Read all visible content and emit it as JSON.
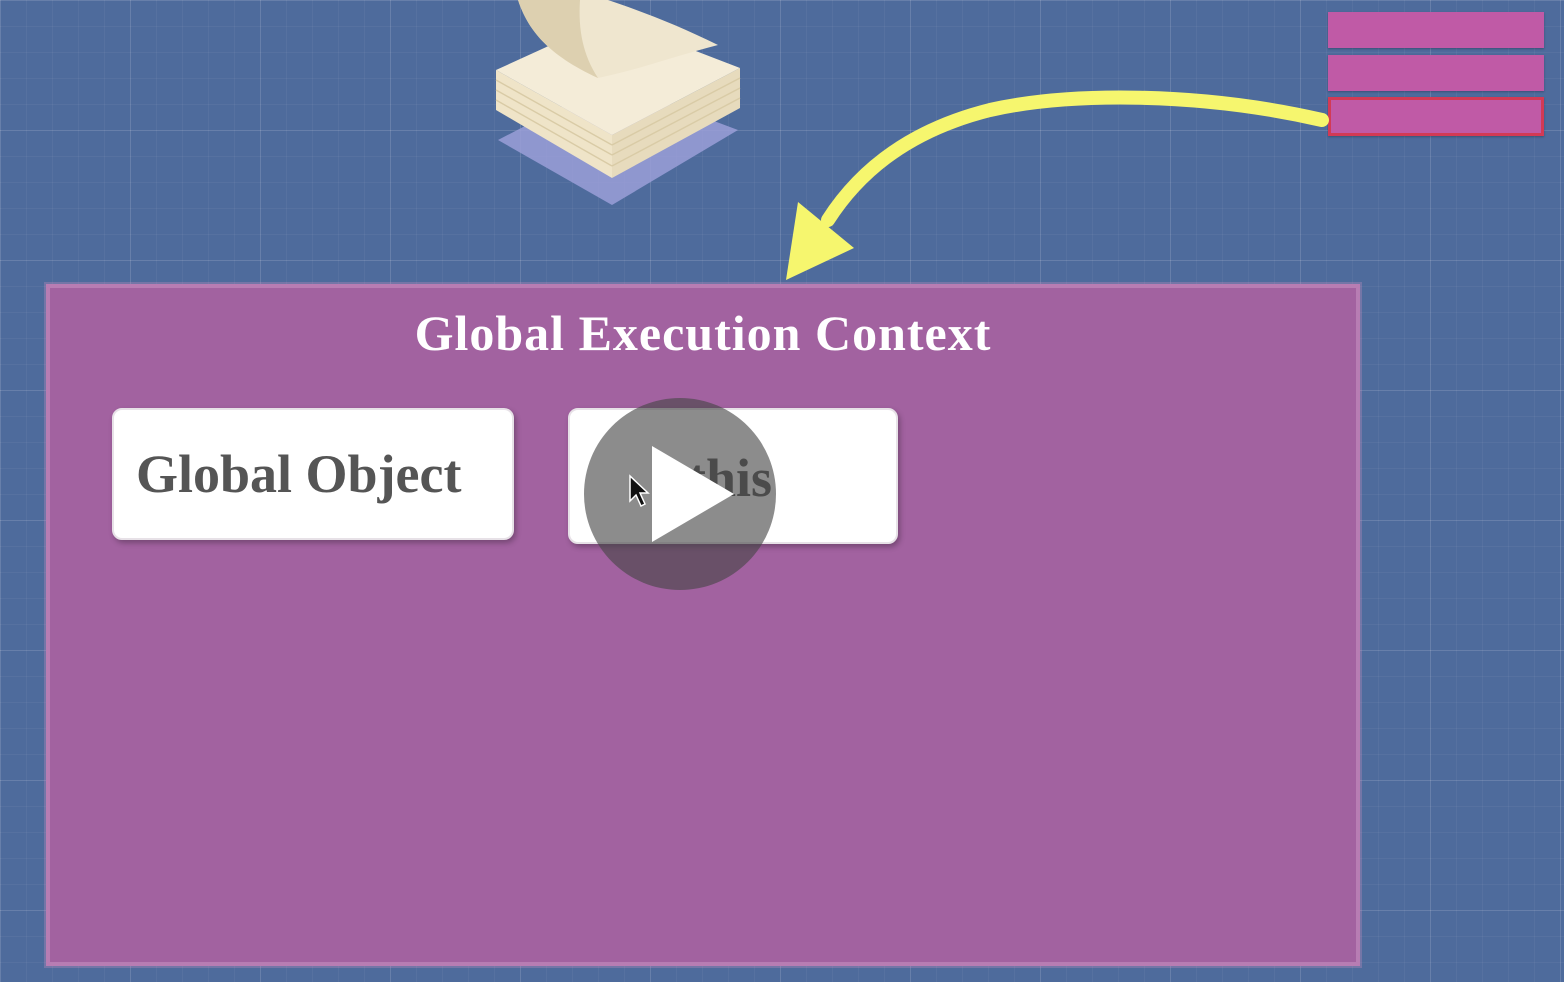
{
  "slide": {
    "title": "Global Execution Context",
    "cards": {
      "global_object": "Global Object",
      "this": "this"
    }
  },
  "icons": {
    "heap": "paper-stack-icon",
    "call_stack": "call-stack-icon",
    "arrow": "curved-arrow-icon",
    "play": "play-icon",
    "cursor": "mouse-pointer-icon"
  },
  "colors": {
    "background": "#4e6b9c",
    "panel": "#a262a0",
    "stack_bar": "#c05aa6",
    "stack_highlight": "#d23a55",
    "arrow": "#f6f66e"
  }
}
